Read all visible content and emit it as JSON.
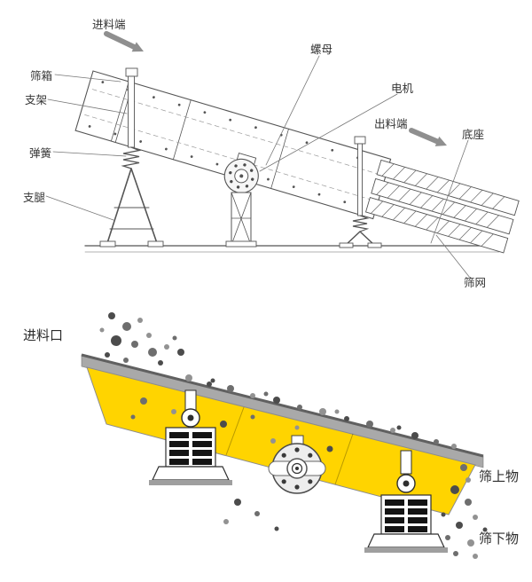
{
  "figure": {
    "background": "#ffffff"
  },
  "technical_drawing": {
    "labels": {
      "feed_end": "进料端",
      "nut": "螺母",
      "screen_box": "筛箱",
      "support_frame": "支架",
      "motor": "电机",
      "discharge_end": "出料端",
      "base": "底座",
      "spring": "弹簧",
      "support_leg": "支腿",
      "screen_mesh": "筛网"
    },
    "arrow_color": "#8f8f8f",
    "line_color": "#555555"
  },
  "schematic": {
    "labels": {
      "feed_inlet": "进料口",
      "oversize_material": "筛上物",
      "undersize_material": "筛下物"
    },
    "colors": {
      "body": "#ffd400",
      "deck": "#a9a9a9",
      "deck_edge": "#606060",
      "outline": "#8c8c8c",
      "particle_dark": "#4c4c4c",
      "particle_mid": "#6e6e6e",
      "particle_light": "#929292"
    }
  }
}
